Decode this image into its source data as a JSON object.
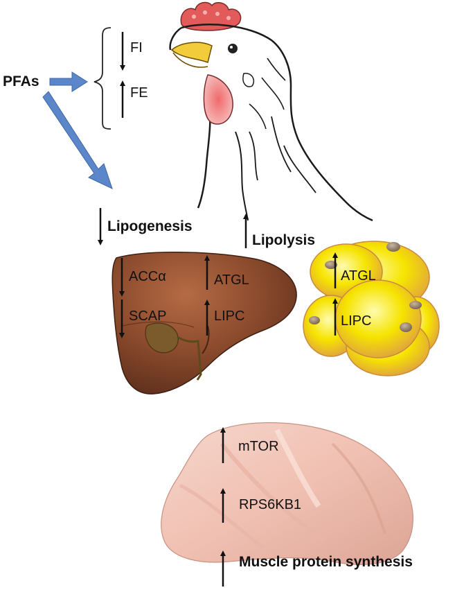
{
  "labels": {
    "pfas": "PFAs",
    "fi": "FI",
    "fe": "FE",
    "lipogenesis": "Lipogenesis",
    "lipolysis": "Lipolysis",
    "liver_acca": "ACCα",
    "liver_scap": "SCAP",
    "liver_atgl": "ATGL",
    "liver_lipc": "LIPC",
    "adipose_atgl": "ATGL",
    "adipose_lipc": "LIPC",
    "muscle_mtor": "mTOR",
    "muscle_rps6kb1": "RPS6KB1",
    "muscle_protein_synthesis": "Muscle protein synthesis"
  },
  "colors": {
    "effect_arrow": "#111111",
    "pfas_arrow": "#5b86c9",
    "liver": "#8a4a2c",
    "adipocyte": "#f0d400",
    "muscle": "#f2c4b8",
    "comb": "#e25a5a"
  },
  "icons": {
    "chicken": "chicken-head-illustration",
    "liver": "liver-illustration",
    "adipose": "adipocyte-cluster-illustration",
    "muscle": "chicken-breast-muscle-illustration"
  }
}
